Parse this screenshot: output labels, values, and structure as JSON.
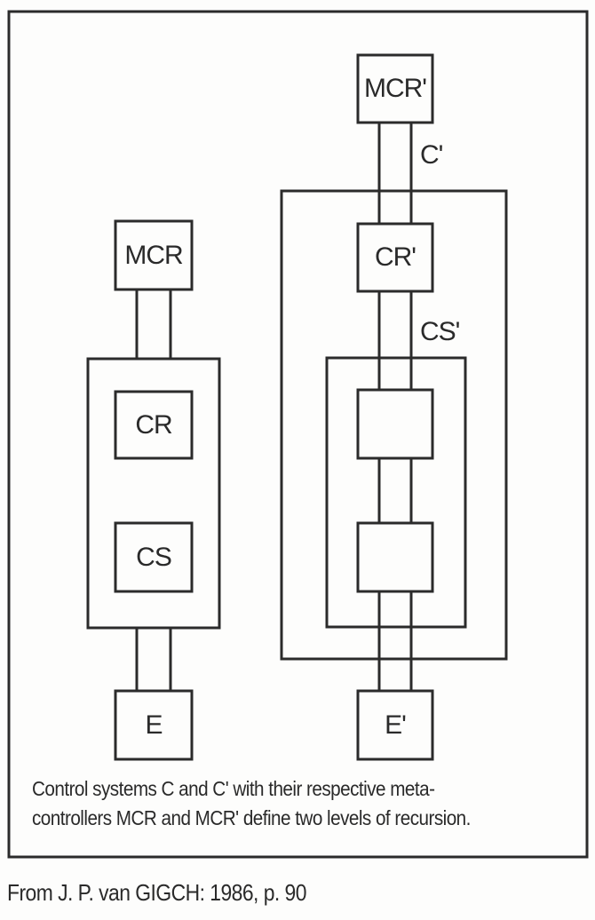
{
  "diagram": {
    "left_system": {
      "meta_controller": "MCR",
      "controller": "CR",
      "controlled_system": "CS",
      "environment": "E"
    },
    "right_system": {
      "meta_controller": "MCR'",
      "system_label": "C'",
      "controller": "CR'",
      "controlled_system_label": "CS'",
      "inner_block_1": "",
      "inner_block_2": "",
      "environment": "E'"
    }
  },
  "caption": "Control systems C and C' with their respective meta-controllers MCR and MCR' define two levels of recursion.",
  "caption_lines": [
    "Control systems C and C' with their respective meta-",
    "controllers MCR and MCR' define two levels of recursion."
  ],
  "source": "From J. P. van GIGCH: 1986, p. 90"
}
